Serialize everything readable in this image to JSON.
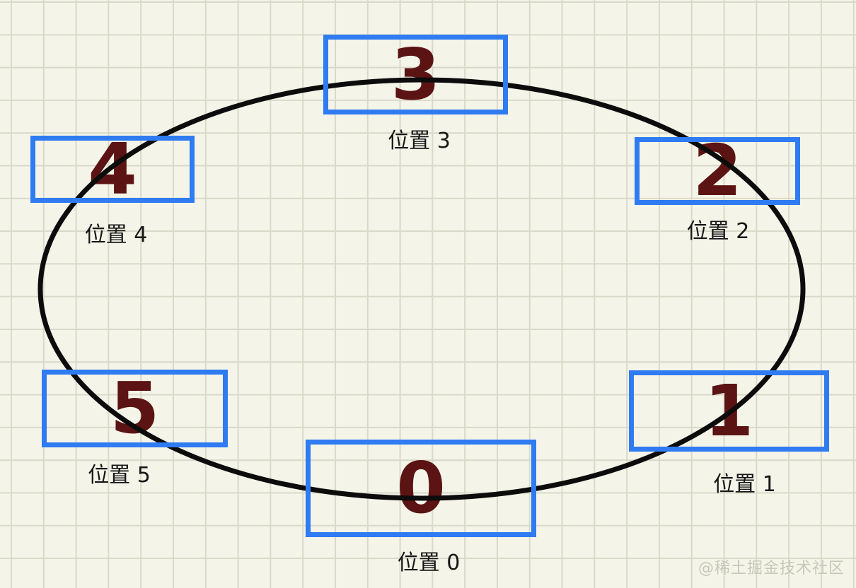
{
  "diagram": {
    "positions": [
      {
        "number": "0",
        "label": "位置 0"
      },
      {
        "number": "1",
        "label": "位置 1"
      },
      {
        "number": "2",
        "label": "位置 2"
      },
      {
        "number": "3",
        "label": "位置 3"
      },
      {
        "number": "4",
        "label": "位置 4"
      },
      {
        "number": "5",
        "label": "位置 5"
      }
    ],
    "watermark": "@稀土掘金技术社区",
    "colors": {
      "background": "#f4f4e9",
      "grid_line": "#d9d9c9",
      "box_border": "#2f7bf1",
      "number_text": "#5b1413",
      "label_text": "#161616",
      "ellipse_stroke": "#0c0c0c",
      "watermark_text": "#c8c8b8"
    }
  }
}
